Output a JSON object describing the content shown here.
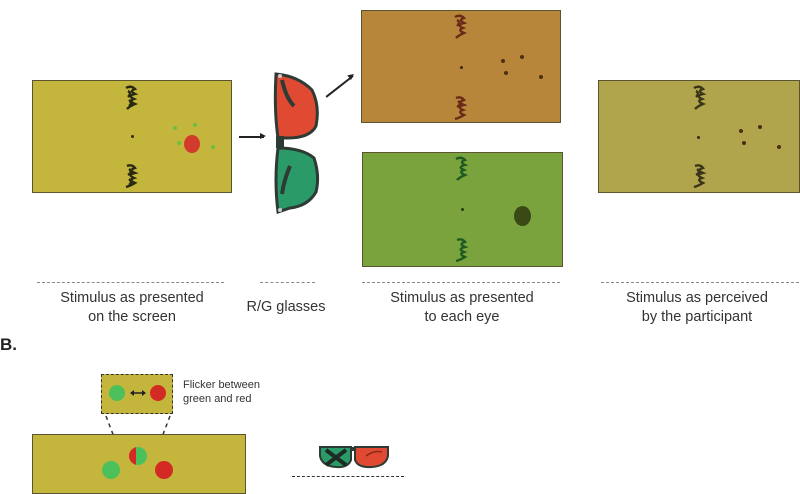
{
  "panel_a": {
    "labels": {
      "screen": "Stimulus as presented\non the screen",
      "screen_l1": "Stimulus as presented",
      "screen_l2": "on the screen",
      "glasses": "R/G glasses",
      "eye_l1": "Stimulus as presented",
      "eye_l2": "to each eye",
      "perceived_l1": "Stimulus as perceived",
      "perceived_l2": "by the participant"
    },
    "colors": {
      "screen_bg": "#c4b63c",
      "red_eye_bg": "#b8863a",
      "green_eye_bg": "#7aa33e",
      "perceived_bg": "#b0a44c",
      "red_lens": "#e04a32",
      "green_lens": "#2a9a68",
      "frame": "#2e3a34",
      "red_target": "#d23a2c",
      "green_dots": "#6cc040",
      "dark_dot": "#4a3010"
    }
  },
  "panel_b": {
    "section_label": "B.",
    "flicker_label_l1": "Flicker between",
    "flicker_label_l2": "green and red",
    "colors": {
      "bg": "#c4b63c",
      "green": "#4cc05a",
      "red": "#d42a24"
    }
  }
}
